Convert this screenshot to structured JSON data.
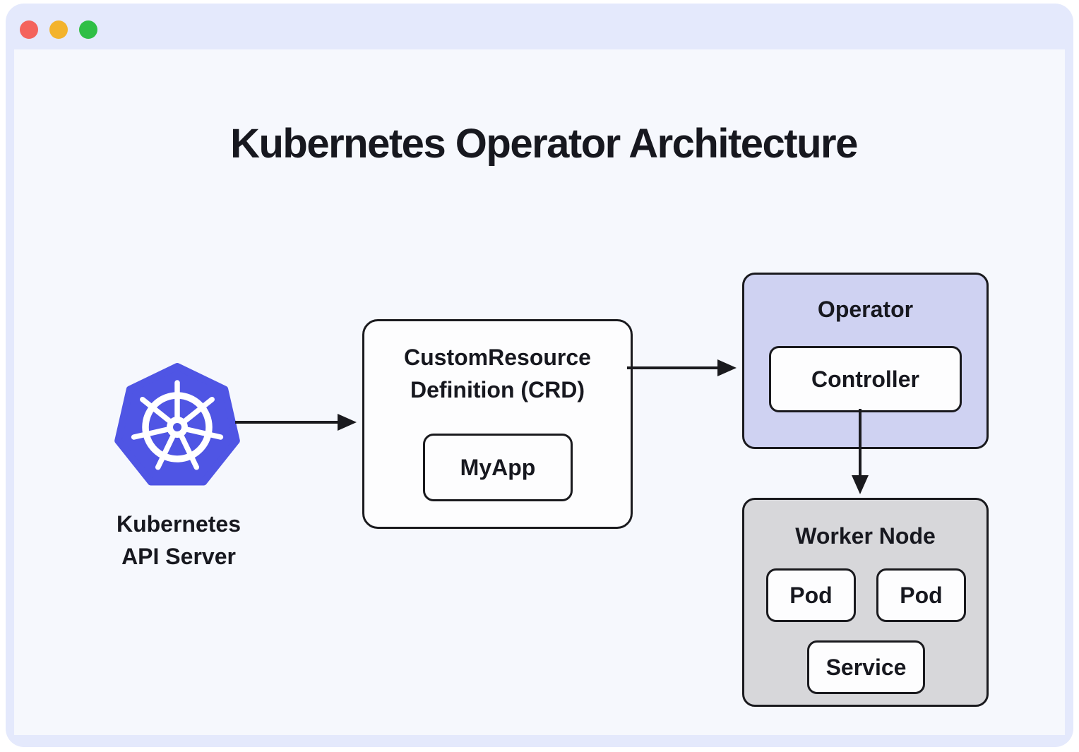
{
  "window": {
    "controls": [
      {
        "name": "close",
        "color": "#f4635c"
      },
      {
        "name": "minimize",
        "color": "#f3b32c"
      },
      {
        "name": "maximize",
        "color": "#2fbf46"
      }
    ]
  },
  "diagram": {
    "title": "Kubernetes Operator Architecture",
    "api_server": {
      "label_line1": "Kubernetes",
      "label_line2": "API Server"
    },
    "crd": {
      "title_line1": "CustomResource",
      "title_line2": "Definition (CRD)",
      "resource": "MyApp"
    },
    "operator": {
      "title": "Operator",
      "controller": "Controller"
    },
    "worker_node": {
      "title": "Worker Node",
      "pods": [
        "Pod",
        "Pod"
      ],
      "service": "Service"
    }
  },
  "colors": {
    "kubernetes_blue": "#4f55e4",
    "operator_fill": "#cfd2f2",
    "worker_node_fill": "#d7d7da",
    "box_border": "#1a1a1e",
    "window_frame": "#e4e9fc",
    "canvas_background": "#f6f8fd",
    "text": "#17181f"
  }
}
